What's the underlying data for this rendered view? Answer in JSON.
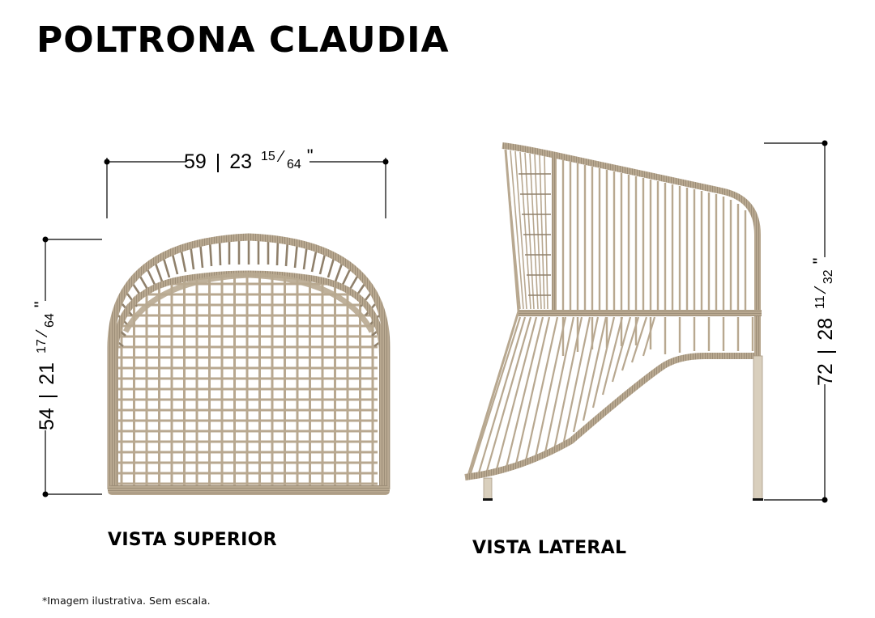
{
  "title": "POLTRONA CLAUDIA",
  "views": {
    "top": {
      "label": "VISTA SUPERIOR",
      "width_dimension": {
        "cm": "59",
        "sep": "|",
        "in_whole": "23",
        "in_num": "15",
        "in_den": "64",
        "unit": "\""
      },
      "depth_dimension": {
        "cm": "54",
        "sep": "|",
        "in_whole": "21",
        "in_num": "17",
        "in_den": "64",
        "unit": "\""
      }
    },
    "side": {
      "label": "VISTA LATERAL",
      "height_dimension": {
        "cm": "72",
        "sep": "|",
        "in_whole": "28",
        "in_num": "11",
        "in_den": "32",
        "unit": "\""
      }
    }
  },
  "footnote": "*Imagem ilustrativa. Sem escala.",
  "colors": {
    "rope": "#b8a890",
    "rope_dark": "#8f806b",
    "leg": "#d9cfbd",
    "line": "#000000"
  }
}
